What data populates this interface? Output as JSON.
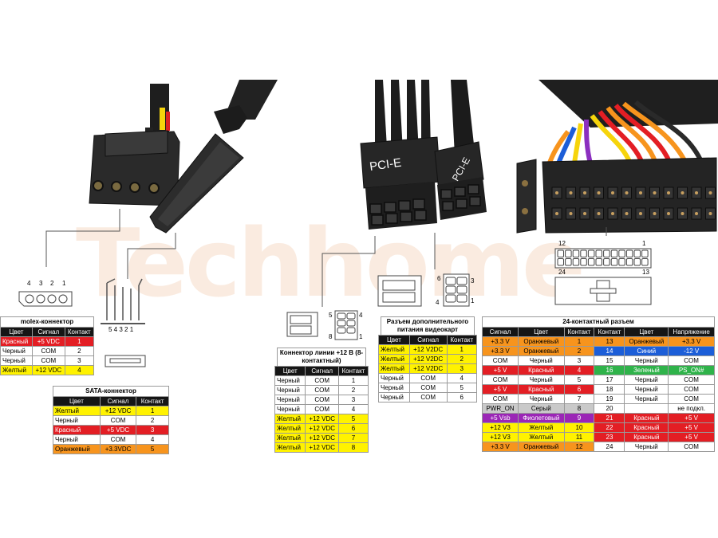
{
  "watermark": {
    "text": "Techhome"
  },
  "pcie_labels": {
    "left": "PCI-E",
    "right": "PCI-E"
  },
  "molex": {
    "pins": [
      "4",
      "3",
      "2",
      "1"
    ],
    "title": "molex-коннектор",
    "headers": [
      "Цвет",
      "Сигнал",
      "Контакт"
    ],
    "rows": [
      {
        "color_name": "Красный",
        "signal": "+5 VDC",
        "pin": "1",
        "tone": "r"
      },
      {
        "color_name": "Черный",
        "signal": "COM",
        "pin": "2",
        "tone": "k"
      },
      {
        "color_name": "Черный",
        "signal": "COM",
        "pin": "3",
        "tone": "k"
      },
      {
        "color_name": "Желтый",
        "signal": "+12 VDC",
        "pin": "4",
        "tone": "y"
      }
    ]
  },
  "sata": {
    "pins": "5 4 3 2 1",
    "title": "SATA-коннектор",
    "headers": [
      "Цвет",
      "Сигнал",
      "Контакт"
    ],
    "rows": [
      {
        "color_name": "Желтый",
        "signal": "+12 VDC",
        "pin": "1",
        "tone": "y"
      },
      {
        "color_name": "Черный",
        "signal": "COM",
        "pin": "2",
        "tone": "k"
      },
      {
        "color_name": "Красный",
        "signal": "+5 VDC",
        "pin": "3",
        "tone": "r"
      },
      {
        "color_name": "Черный",
        "signal": "COM",
        "pin": "4",
        "tone": "k"
      },
      {
        "color_name": "Оранжевый",
        "signal": "+3.3VDC",
        "pin": "5",
        "tone": "o"
      }
    ]
  },
  "eps8": {
    "pin_labels": [
      "5",
      "4",
      "8",
      "1"
    ],
    "title": "Коннектор линии +12 В (8-контактный)",
    "headers": [
      "Цвет",
      "Сигнал",
      "Контакт"
    ],
    "rows": [
      {
        "color_name": "Черный",
        "signal": "COM",
        "pin": "1",
        "tone": "k"
      },
      {
        "color_name": "Черный",
        "signal": "COM",
        "pin": "2",
        "tone": "k"
      },
      {
        "color_name": "Черный",
        "signal": "COM",
        "pin": "3",
        "tone": "k"
      },
      {
        "color_name": "Черный",
        "signal": "COM",
        "pin": "4",
        "tone": "k"
      },
      {
        "color_name": "Желтый",
        "signal": "+12 VDC",
        "pin": "5",
        "tone": "y"
      },
      {
        "color_name": "Желтый",
        "signal": "+12 VDC",
        "pin": "6",
        "tone": "y"
      },
      {
        "color_name": "Желтый",
        "signal": "+12 VDC",
        "pin": "7",
        "tone": "y"
      },
      {
        "color_name": "Желтый",
        "signal": "+12 VDC",
        "pin": "8",
        "tone": "y"
      }
    ]
  },
  "pcie6": {
    "pin_labels": [
      "6",
      "3",
      "4",
      "1"
    ],
    "title": "Разъем дополнительного питания видеокарт",
    "headers": [
      "Цвет",
      "Сигнал",
      "Контакт"
    ],
    "rows": [
      {
        "color_name": "Желтый",
        "signal": "+12 V2DC",
        "pin": "1",
        "tone": "y"
      },
      {
        "color_name": "Желтый",
        "signal": "+12 V2DC",
        "pin": "2",
        "tone": "y"
      },
      {
        "color_name": "Желтый",
        "signal": "+12 V2DC",
        "pin": "3",
        "tone": "y"
      },
      {
        "color_name": "Черный",
        "signal": "COM",
        "pin": "4",
        "tone": "k"
      },
      {
        "color_name": "Черный",
        "signal": "COM",
        "pin": "5",
        "tone": "k"
      },
      {
        "color_name": "Черный",
        "signal": "COM",
        "pin": "6",
        "tone": "k"
      }
    ]
  },
  "atx24": {
    "pin_labels": [
      "12",
      "1",
      "24",
      "13"
    ],
    "title": "24-контактный разъем",
    "headers": [
      "Сигнал",
      "Цвет",
      "Контакт",
      "Контакт",
      "Цвет",
      "Напряжение"
    ],
    "rows": [
      {
        "s1": "+3.3 V",
        "c1": "Оранжевый",
        "p1": "1",
        "t1": "co",
        "p2": "13",
        "c2": "Оранжевый",
        "s2": "+3.3 V",
        "t2": "co"
      },
      {
        "s1": "+3.3 V",
        "c1": "Оранжевый",
        "p1": "2",
        "t1": "co",
        "p2": "14",
        "c2": "Синий",
        "s2": "-12 V",
        "t2": "cb"
      },
      {
        "s1": "COM",
        "c1": "Черный",
        "p1": "3",
        "t1": "cw",
        "p2": "15",
        "c2": "Черный",
        "s2": "COM",
        "t2": "cw"
      },
      {
        "s1": "+5 V",
        "c1": "Красный",
        "p1": "4",
        "t1": "cr",
        "p2": "16",
        "c2": "Зеленый",
        "s2": "PS_ON#",
        "t2": "cgn"
      },
      {
        "s1": "COM",
        "c1": "Черный",
        "p1": "5",
        "t1": "cw",
        "p2": "17",
        "c2": "Черный",
        "s2": "COM",
        "t2": "cw"
      },
      {
        "s1": "+5 V",
        "c1": "Красный",
        "p1": "6",
        "t1": "cr",
        "p2": "18",
        "c2": "Черный",
        "s2": "COM",
        "t2": "cw"
      },
      {
        "s1": "COM",
        "c1": "Черный",
        "p1": "7",
        "t1": "cw",
        "p2": "19",
        "c2": "Черный",
        "s2": "COM",
        "t2": "cw"
      },
      {
        "s1": "PWR_ON",
        "c1": "Серый",
        "p1": "8",
        "t1": "cgr",
        "p2": "20",
        "c2": "",
        "s2": "не подкл.",
        "t2": "cw"
      },
      {
        "s1": "+5 Vsb",
        "c1": "Фиолетовый",
        "p1": "9",
        "t1": "cp",
        "p2": "21",
        "c2": "Красный",
        "s2": "+5 V",
        "t2": "cr"
      },
      {
        "s1": "+12 V3",
        "c1": "Желтый",
        "p1": "10",
        "t1": "cy",
        "p2": "22",
        "c2": "Красный",
        "s2": "+5 V",
        "t2": "cr"
      },
      {
        "s1": "+12 V3",
        "c1": "Желтый",
        "p1": "11",
        "t1": "cy",
        "p2": "23",
        "c2": "Красный",
        "s2": "+5 V",
        "t2": "cr"
      },
      {
        "s1": "+3.3 V",
        "c1": "Оранжевый",
        "p1": "12",
        "t1": "co",
        "p2": "24",
        "c2": "Черный",
        "s2": "COM",
        "t2": "cw"
      }
    ]
  },
  "colors": {
    "yellow": "#fff200",
    "red": "#e31e24",
    "orange": "#f7941d",
    "purple": "#9b26b6",
    "blue": "#1c5ed8",
    "green": "#2fb34a",
    "gray": "#c9c9c9"
  }
}
